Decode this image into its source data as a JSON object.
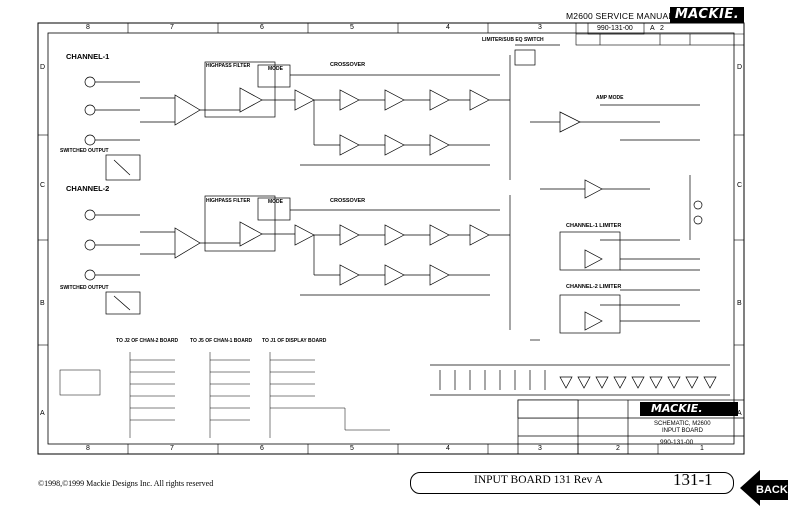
{
  "header": {
    "manual_title": "M2600 SERVICE MANUAL",
    "logo_text": "MACKIE.",
    "doc_number": "990-131-00",
    "rev_a": "A",
    "rev_b": "2"
  },
  "grid": {
    "columns_top": [
      "8",
      "7",
      "6",
      "5",
      "4",
      "3"
    ],
    "columns_bottom": [
      "8",
      "7",
      "6",
      "5",
      "4",
      "3",
      "2",
      "1"
    ],
    "rows": [
      "D",
      "C",
      "B",
      "A"
    ]
  },
  "schematic": {
    "channel_1_label": "CHANNEL-1",
    "channel_2_label": "CHANNEL-2",
    "highpass_filter": "HIGHPASS FILTER",
    "mode": "MODE",
    "crossover": "CROSSOVER",
    "limiter_switch": "LIMITER/SUB EQ SWITCH",
    "amp_mode": "AMP MODE",
    "channel_1_limiter": "CHANNEL-1 LIMITER",
    "channel_2_limiter": "CHANNEL-2 LIMITER",
    "switched_output": "SWITCHED OUTPUT",
    "conn_chan2": "TO J2 OF CHAN-2 BOARD",
    "conn_chan1": "TO J5 OF CHAN-1 BOARD",
    "conn_display": "TO J1 OF DISPLAY BOARD"
  },
  "title_block": {
    "logo_text": "MACKIE.",
    "schematic_label": "SCHEMATIC, M2600",
    "board_label": "INPUT BOARD",
    "doc_number": "990-131-00"
  },
  "footer": {
    "copyright": "©1998,©1999 Mackie Designs Inc. All rights reserved",
    "board_title": "INPUT BOARD 131 Rev A",
    "page_number": "131-1",
    "back_label": "BACK"
  }
}
